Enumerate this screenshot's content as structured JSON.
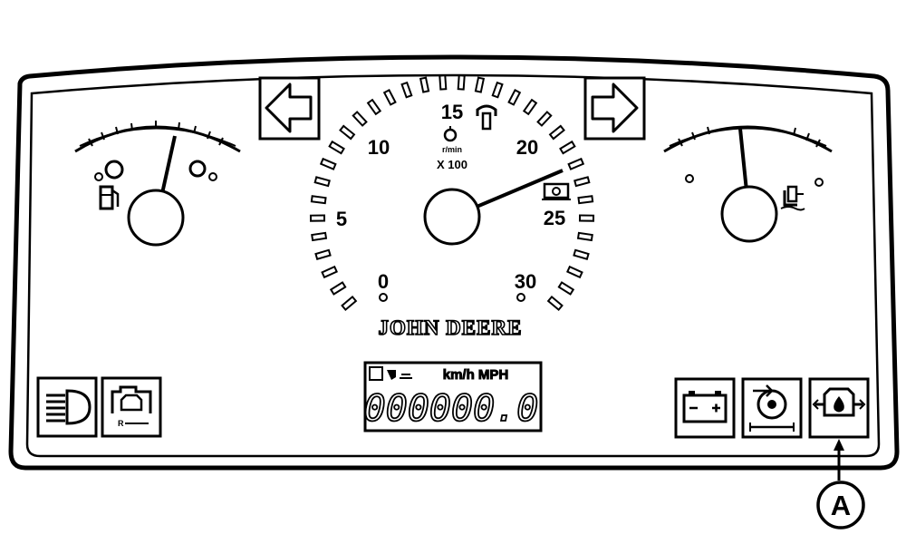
{
  "tachometer": {
    "ticks": [
      "0",
      "5",
      "10",
      "15",
      "20",
      "25",
      "30"
    ],
    "unit_top": "r/min",
    "unit_bottom": "X 100",
    "needle_value": 21.5
  },
  "brand": "JOHN DEERE",
  "display": {
    "unit_label": "km/h MPH",
    "readout": "000000.0"
  },
  "callout": {
    "label": "A"
  },
  "icons": {
    "left_arrow": "left-turn-signal-icon",
    "right_arrow": "right-turn-signal-icon",
    "fuel": "fuel-pump-icon",
    "coolant": "coolant-temperature-icon",
    "headlight": "headlight-icon",
    "engine_reset": "engine-reset-icon",
    "battery": "battery-icon",
    "transmission": "transmission-icon",
    "oil_pressure": "engine-oil-pressure-icon"
  }
}
